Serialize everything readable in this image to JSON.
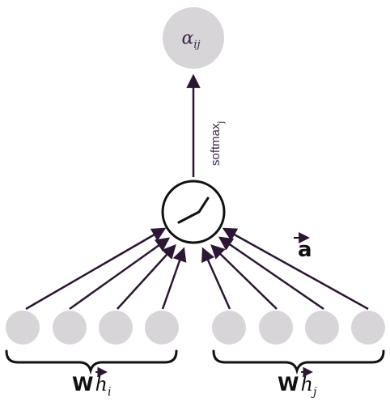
{
  "output_node": {
    "label_symbol": "α",
    "label_subscript": "ij"
  },
  "edge_label": {
    "text": "softmax",
    "subscript": "j"
  },
  "attention_vector": {
    "label": "a",
    "arrow": "⃗"
  },
  "left_group": {
    "label_main": "W",
    "label_h": "h",
    "label_sub": "i",
    "node_count": 4
  },
  "right_group": {
    "label_main": "W",
    "label_h": "h",
    "label_sub": "j",
    "node_count": 4
  },
  "colors": {
    "node_fill": "#d7d5d7",
    "arrow": "#2b1733",
    "text": "#3a2a44",
    "background": "#ffffff"
  },
  "icons": {
    "activation": "leaky-relu-icon"
  }
}
